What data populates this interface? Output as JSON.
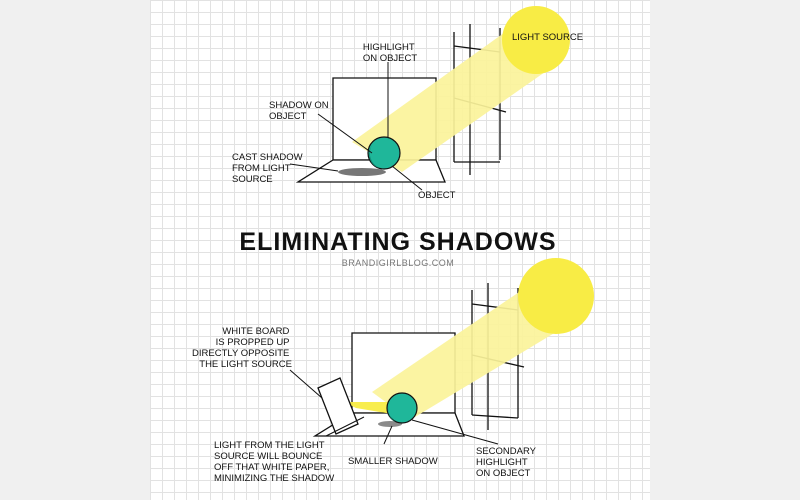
{
  "title": "ELIMINATING SHADOWS",
  "subtitle": "BRANDIGIRLBLOG.COM",
  "colors": {
    "light": "#f8ec45",
    "beam": "#fbf39a",
    "object": "#1fb79a",
    "object_shade": "#0f8f77",
    "line": "#111111",
    "grid": "#e2e2e2"
  },
  "top_diagram": {
    "light_source": "LIGHT SOURCE",
    "highlight": [
      "HIGHLIGHT",
      "ON OBJECT"
    ],
    "shadow_on_object": [
      "SHADOW ON",
      "OBJECT"
    ],
    "cast_shadow": [
      "CAST SHADOW",
      "FROM LIGHT",
      "SOURCE"
    ],
    "object": "OBJECT"
  },
  "bottom_diagram": {
    "white_board": [
      "WHITE BOARD",
      "IS PROPPED UP",
      "DIRECTLY OPPOSITE",
      "THE LIGHT SOURCE"
    ],
    "bounce": [
      "LIGHT FROM THE LIGHT",
      "SOURCE WILL BOUNCE",
      "OFF THAT WHITE PAPER,",
      "MINIMIZING THE SHADOW"
    ],
    "smaller_shadow": "SMALLER SHADOW",
    "secondary_highlight": [
      "SECONDARY",
      "HIGHLIGHT",
      "ON OBJECT"
    ]
  }
}
